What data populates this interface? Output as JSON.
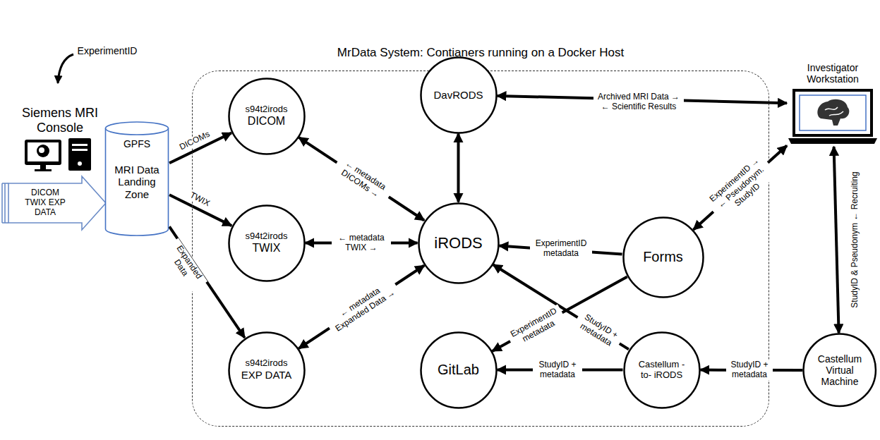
{
  "diagram": {
    "nodes": [
      {
        "text": [
          "Siemens MRI Console"
        ]
      },
      {
        "text": [
          "DICOM TWIX EXP DATA"
        ]
      },
      {
        "text": [
          "GPFS",
          "MRI Data Landing Zone"
        ]
      },
      {
        "text": [
          "MrData System: Contianers running on a Docker Host"
        ]
      },
      {
        "text": [
          "s94t2irods",
          "DICOM"
        ],
        "in": 3
      },
      {
        "text": [
          "s94t2irods",
          "TWIX"
        ],
        "in": 3
      },
      {
        "text": [
          "s94t2irods",
          "EXP DATA"
        ],
        "in": 3
      },
      {
        "text": [
          "DavRODS"
        ],
        "in": 3
      },
      {
        "text": [
          "iRODS"
        ],
        "in": 3
      },
      {
        "text": [
          "GitLab"
        ],
        "in": 3
      },
      {
        "text": [
          "Forms"
        ],
        "in": 3
      },
      {
        "text": [
          "Castellum -to- iRODS"
        ],
        "in": 3
      },
      {
        "text": [
          "Investigator Workstation"
        ]
      },
      {
        "text": [
          "Castellum Virtual Machine"
        ]
      }
    ],
    "edges": [
      {
        "from": 2,
        "to": 4,
        "label": "DICOMs",
        "arrow": "to"
      },
      {
        "from": 2,
        "to": 5,
        "label": "TWIX",
        "arrow": "to"
      },
      {
        "from": 2,
        "to": 6,
        "label": "Expanded Data",
        "arrow": "to"
      },
      {
        "from": 4,
        "to": 8,
        "label": "← metadata DICOMs →",
        "arrow": "both"
      },
      {
        "from": 5,
        "to": 8,
        "label": "← metadata TWIX →",
        "arrow": "both"
      },
      {
        "from": 6,
        "to": 8,
        "label": "← metadata Expanded Data →",
        "arrow": "both"
      },
      {
        "from": 7,
        "to": 8,
        "arrow": "both"
      },
      {
        "from": 7,
        "to": 12,
        "label": "Archived MRI Data → ← Scientific Results",
        "arrow": "both"
      },
      {
        "from": 10,
        "to": 8,
        "label": "ExperimentID metadata",
        "arrow": "to"
      },
      {
        "from": 10,
        "to": 9,
        "label": "ExperimentID metadata",
        "arrow": "to"
      },
      {
        "from": 11,
        "to": 8,
        "label": "StudyID + metadata",
        "arrow": "to"
      },
      {
        "from": 11,
        "to": 9,
        "label": "StudyID + metadata",
        "arrow": "to"
      },
      {
        "from": 13,
        "to": 11,
        "label": "StudyID + metadata",
        "arrow": "to"
      },
      {
        "from": 12,
        "to": 10,
        "label": "ExperimentID → ← Pseudonym. StudyID",
        "arrow": "both"
      },
      {
        "from": 12,
        "to": 13,
        "label": "StudyID & Pseudonym ← Recruiting",
        "arrow": "both"
      }
    ],
    "labels": [
      "ExperimentID"
    ]
  }
}
